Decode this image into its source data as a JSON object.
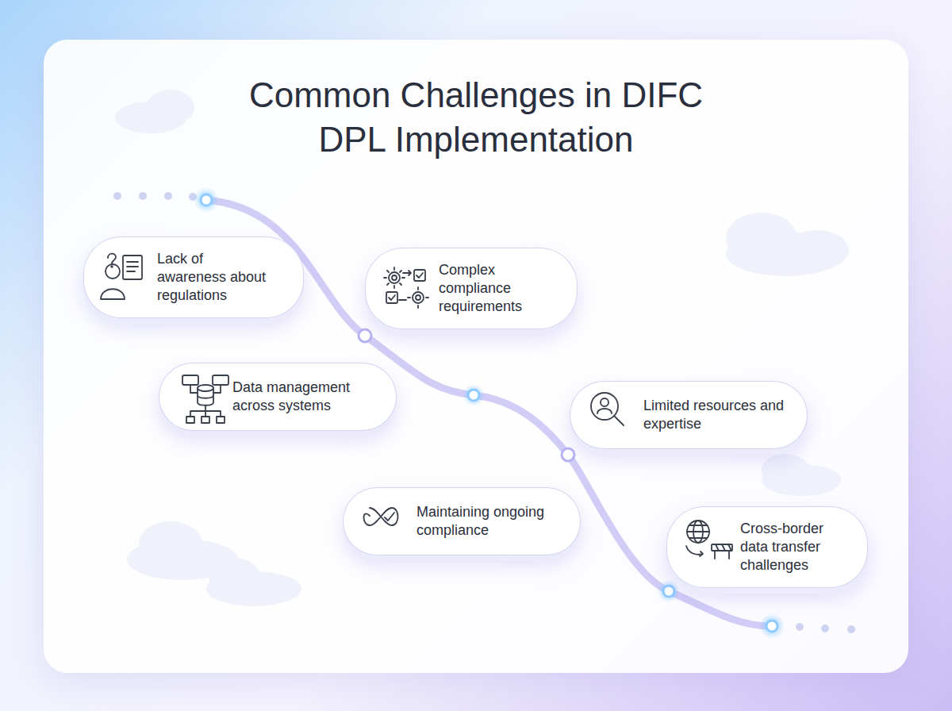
{
  "diagram": {
    "title": "Common Challenges in DIFC DPL Implementation",
    "nodes": [
      {
        "text": [
          "Lack of awareness about regulations"
        ]
      },
      {
        "text": [
          "Complex compliance requirements"
        ]
      },
      {
        "text": [
          "Data management across systems"
        ]
      },
      {
        "text": [
          "Limited resources and expertise"
        ]
      },
      {
        "text": [
          "Maintaining ongoing compliance"
        ]
      },
      {
        "text": [
          "Cross-border data transfer challenges"
        ]
      }
    ]
  }
}
